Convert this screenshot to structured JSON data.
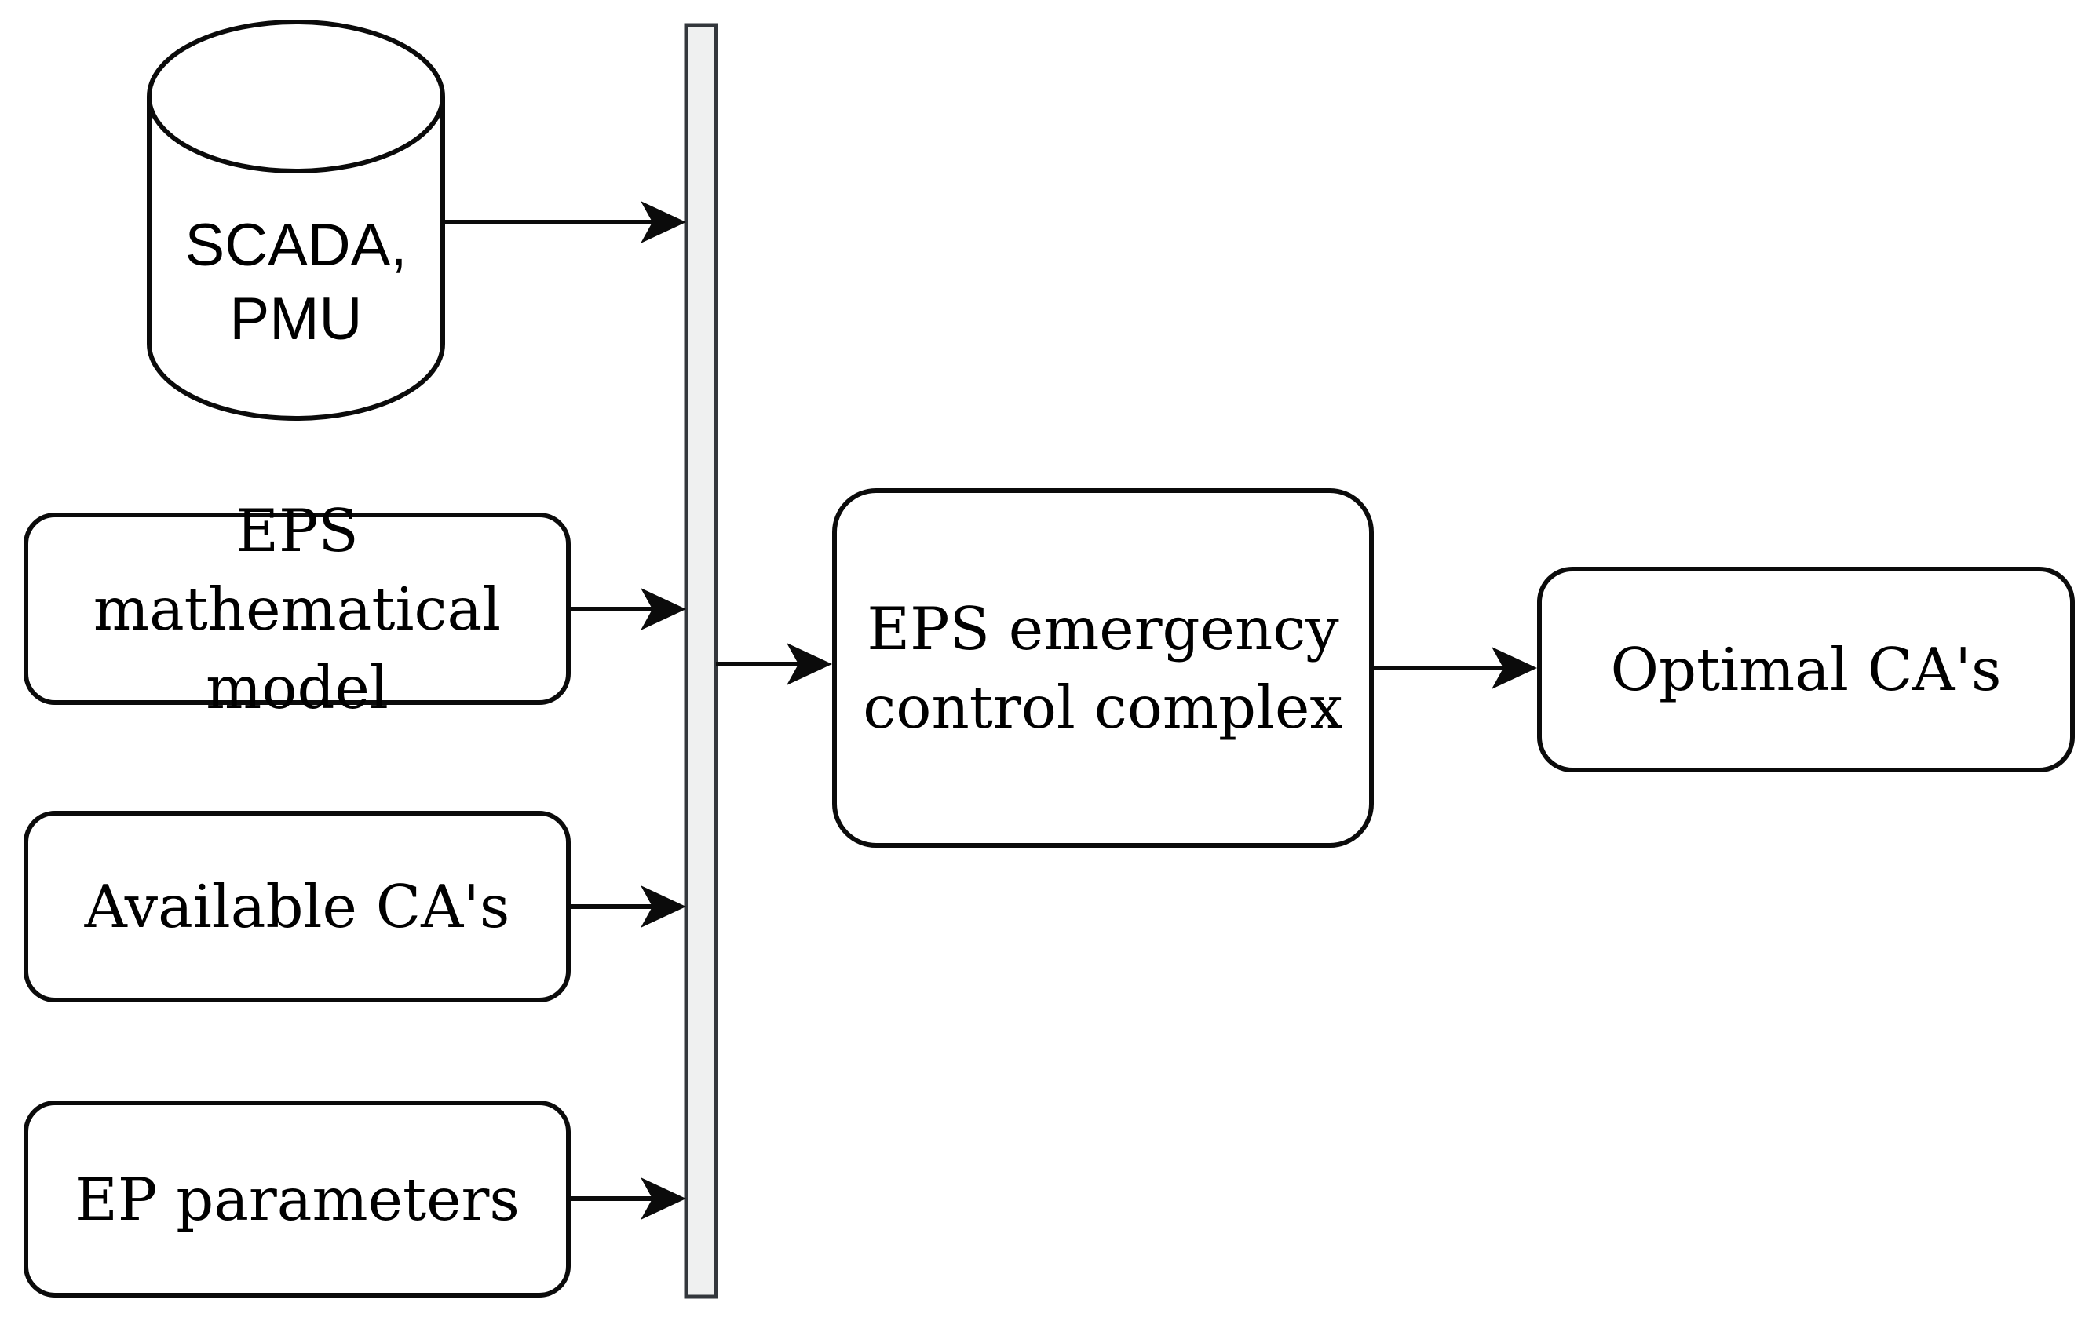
{
  "figure": {
    "background": "#ffffff",
    "nodes": {
      "scada_pmu": {
        "label": "SCADA, PMU",
        "shape": "database-cylinder"
      },
      "eps_math_model": {
        "label": "EPS mathematical model",
        "shape": "rounded-rectangle"
      },
      "available_cas": {
        "label": "Available CA's",
        "shape": "rounded-rectangle"
      },
      "ep_parameters": {
        "label": "EP parameters",
        "shape": "rounded-rectangle"
      },
      "collector_bar": {
        "label": "",
        "shape": "vertical-bar"
      },
      "eps_emergency_control_complex": {
        "label": "EPS emergency control complex",
        "shape": "rounded-rectangle"
      },
      "optimal_cas": {
        "label": "Optimal CA's",
        "shape": "rounded-rectangle"
      }
    },
    "edges": [
      {
        "from": "scada_pmu",
        "to": "collector_bar"
      },
      {
        "from": "eps_math_model",
        "to": "collector_bar"
      },
      {
        "from": "available_cas",
        "to": "collector_bar"
      },
      {
        "from": "ep_parameters",
        "to": "collector_bar"
      },
      {
        "from": "collector_bar",
        "to": "eps_emergency_control_complex"
      },
      {
        "from": "eps_emergency_control_complex",
        "to": "optimal_cas"
      }
    ],
    "colors": {
      "stroke": "#0b0b0b",
      "text": "#000000",
      "bar_fill": "#eff0f0",
      "bar_stroke": "#33373c"
    }
  }
}
